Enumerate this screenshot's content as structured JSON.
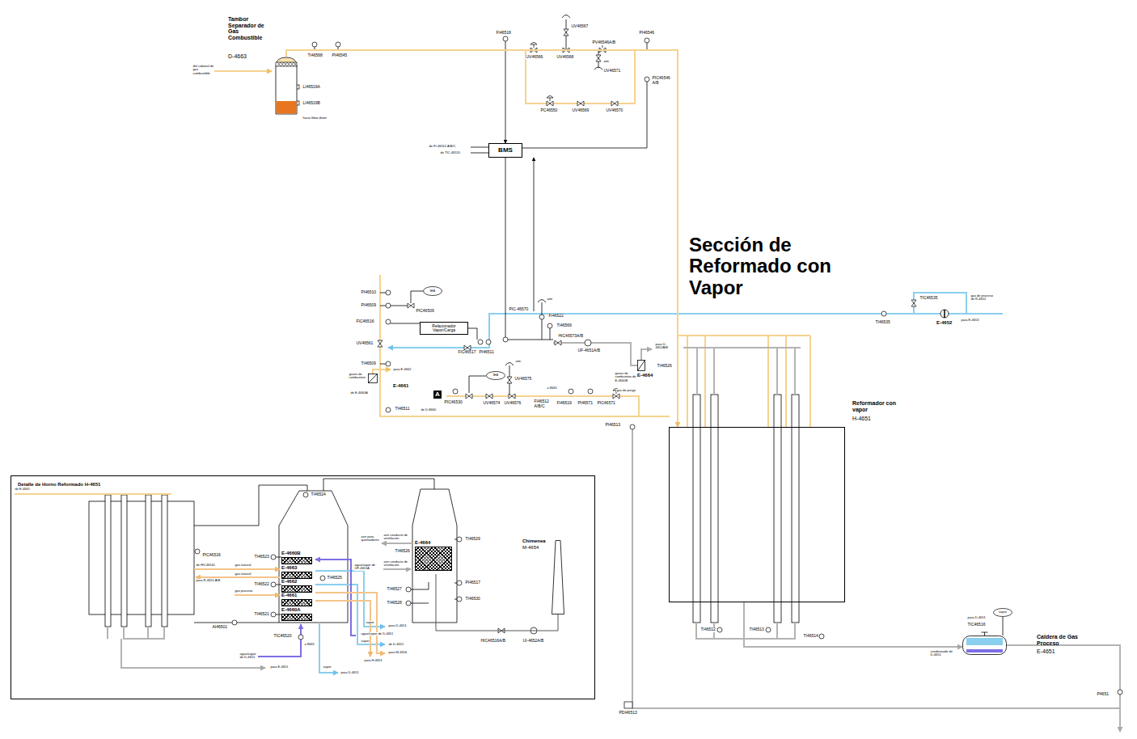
{
  "diagram": {
    "title": "Sección de Reformado con Vapor",
    "nodes": [
      {
        "text": [
          "Tambor Separador de Gas Combustible",
          "D-4663"
        ]
      },
      {
        "text": [
          "BMS"
        ]
      },
      {
        "text": [
          "tea"
        ]
      },
      {
        "text": [
          "Relacionador Vapor/Carga"
        ]
      },
      {
        "text": [
          "E-4661"
        ]
      },
      {
        "text": [
          "tea"
        ]
      },
      {
        "text": [
          "E-4664"
        ]
      },
      {
        "text": [
          "E-4652"
        ]
      },
      {
        "text": [
          "Reformador con vapor",
          "H-4651"
        ]
      },
      {
        "text": [
          "vapor"
        ]
      },
      {
        "text": [
          "Caldera de Gas Proceso",
          "E-4651"
        ]
      },
      {
        "text": [
          "Detalle de Horno Reformado H-4651"
        ]
      },
      {
        "text": [
          "E-4660B"
        ],
        "in": 11
      },
      {
        "text": [
          "E-4663"
        ],
        "in": 11
      },
      {
        "text": [
          "E-4662"
        ],
        "in": 11
      },
      {
        "text": [
          "E-4661"
        ],
        "in": 11
      },
      {
        "text": [
          "E-4660A"
        ],
        "in": 11
      },
      {
        "text": [
          "E-4664"
        ],
        "in": 11
      },
      {
        "text": [
          "Chimenea",
          "M-4654"
        ],
        "in": 11
      }
    ],
    "edges": [
      {
        "from": 0,
        "to": 8,
        "arrow": "to"
      },
      {
        "from": 8,
        "to": 10,
        "arrow": "to"
      },
      {
        "from": 17,
        "to": 18,
        "arrow": "none"
      },
      {
        "from": 10,
        "to": 9,
        "arrow": "none"
      }
    ],
    "labels": [
      "del cabezal de gas combustible",
      "LI46519A",
      "LI46519B",
      "hacia blow down",
      "TI46568",
      "PI46545",
      "FI46518",
      "UV46567",
      "UV46566",
      "UV46568",
      "PV46546A/B",
      "PI46546",
      "atm",
      "UV46571",
      "PIC46546 A/B",
      "PC46550",
      "UV46569",
      "UV46570",
      "de FI-46512 A/B/C",
      "de TIC-46520",
      "PI46510",
      "PI46509",
      "PIC46509",
      "FIC46516",
      "UV46561",
      "TI46509",
      "PIC-46570",
      "atm",
      "FI46522",
      "TI46569",
      "HIC46573A/B",
      "FIC46517",
      "PI46511",
      "UF-4651A/B",
      "gases de combustion",
      "para E-4662",
      "de E-4660A",
      "TI46511",
      "atm",
      "UV46575",
      "a 8665",
      "A",
      "PIC46530",
      "de D-8660",
      "UV46574",
      "UV46576",
      "FI46512 A/B/C",
      "FI46519",
      "PI46571",
      "PIC46571",
      "gas de purga",
      "para U-4652A/B",
      "gases de combustion de E-4660B",
      "TI46526",
      "PI46513",
      "TI46535",
      "TIC46535",
      "gas de proceso de R-4652",
      "para E-4653",
      "TI46512",
      "TI46513",
      "TI46514",
      "para D-4651",
      "TIC46516",
      "condensado de D-4651",
      "PDI46513",
      "P4651",
      "de E-4661",
      "PIC46516",
      "TI46524",
      "TI46523",
      "de HV-46541",
      "gas natural",
      "gas natural",
      "para R-4651 A/B",
      "TI46525",
      "TI46522",
      "gas proceso",
      "TI46521",
      "AI46501",
      "TIC46520",
      "a 8665",
      "agua/vapor de D-4651",
      "vapor",
      "para D-4651",
      "agua/vapor de D-4651",
      "vapor",
      "de D-4651",
      "para M-4656",
      "para H-4651",
      "vapor",
      "para D-4651",
      "para E-4651",
      "aire para quemadores",
      "aire conducto de ventilación",
      "TI46526",
      "agua/vapor de UF-4651A",
      "aire conducto de ventilación",
      "TI46529",
      "PI46517",
      "TI46527",
      "TI46528",
      "TI46530",
      "HIC46516A/B",
      "UI-4652A/B"
    ]
  }
}
